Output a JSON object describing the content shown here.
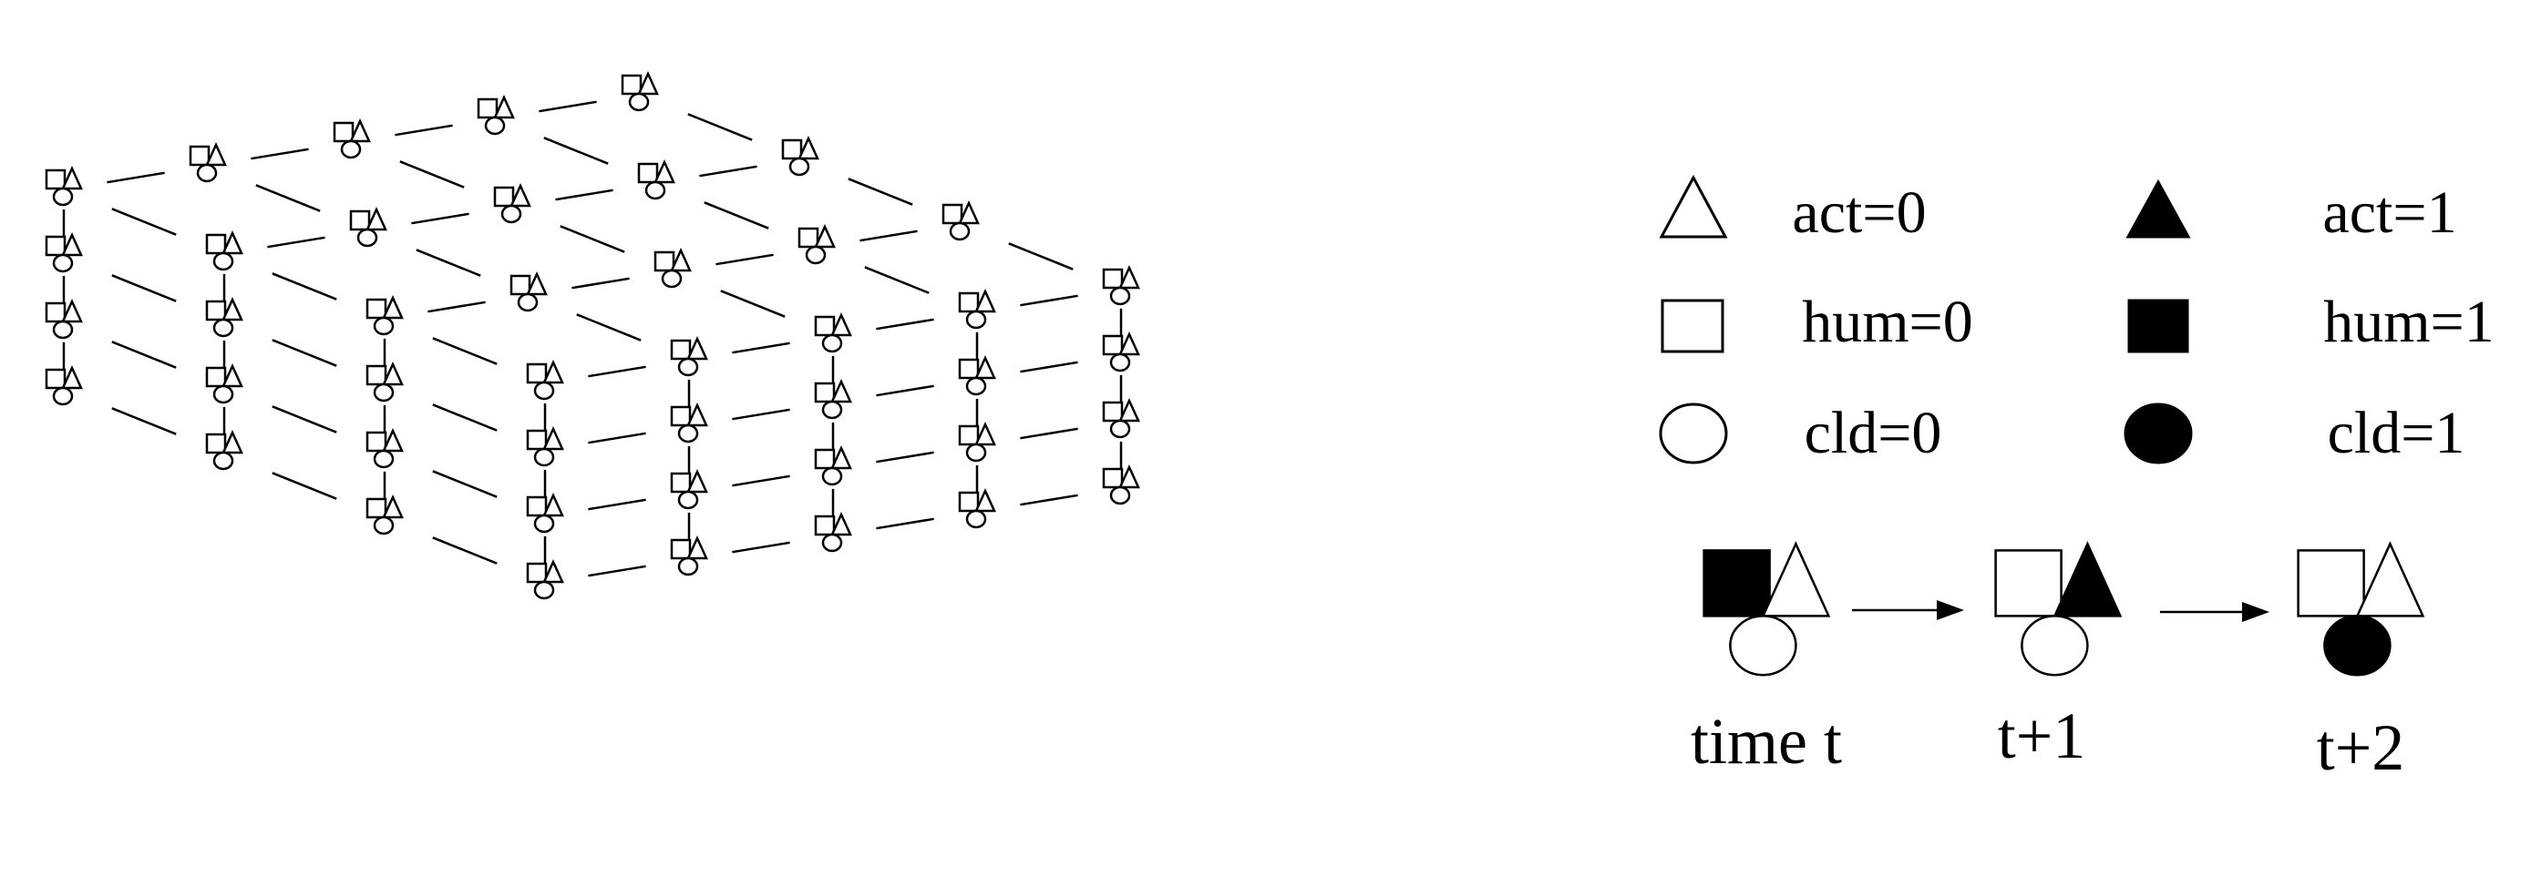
{
  "legend": {
    "act0": "act=0",
    "act1": "act=1",
    "hum0": "hum=0",
    "hum1": "hum=1",
    "cld0": "cld=0",
    "cld1": "cld=1"
  },
  "sequence": {
    "t0": "time t",
    "t1": "t+1",
    "t2": "t+2",
    "states": [
      {
        "hum": 1,
        "act": 0,
        "cld": 0
      },
      {
        "hum": 0,
        "act": 1,
        "cld": 0
      },
      {
        "hum": 0,
        "act": 0,
        "cld": 1
      }
    ]
  },
  "lattice": {
    "layers": 4,
    "depth_cols": 5,
    "front_cols": 4,
    "cell_state": {
      "hum": 0,
      "act": 0,
      "cld": 0
    }
  }
}
